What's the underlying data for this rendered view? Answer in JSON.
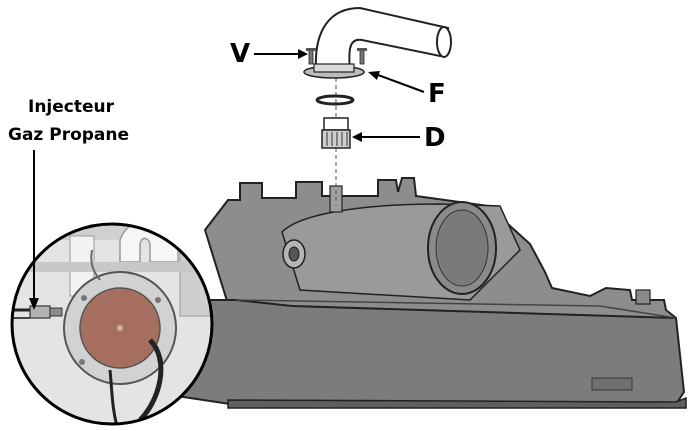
{
  "callouts": {
    "v": "V",
    "f": "F",
    "d": "D"
  },
  "inset_caption": {
    "line1": "Injecteur",
    "line2": "Gaz Propane"
  },
  "colors": {
    "housing": "#8a8a8a",
    "housing_dark": "#5f5f5f",
    "housing_light": "#a9a9a9",
    "outline": "#222222",
    "pipe": "#ffffff",
    "inset_bg": "#e4e4e4",
    "burner_disc": "#a56e5e",
    "burner_ring": "#d2d2d2"
  }
}
